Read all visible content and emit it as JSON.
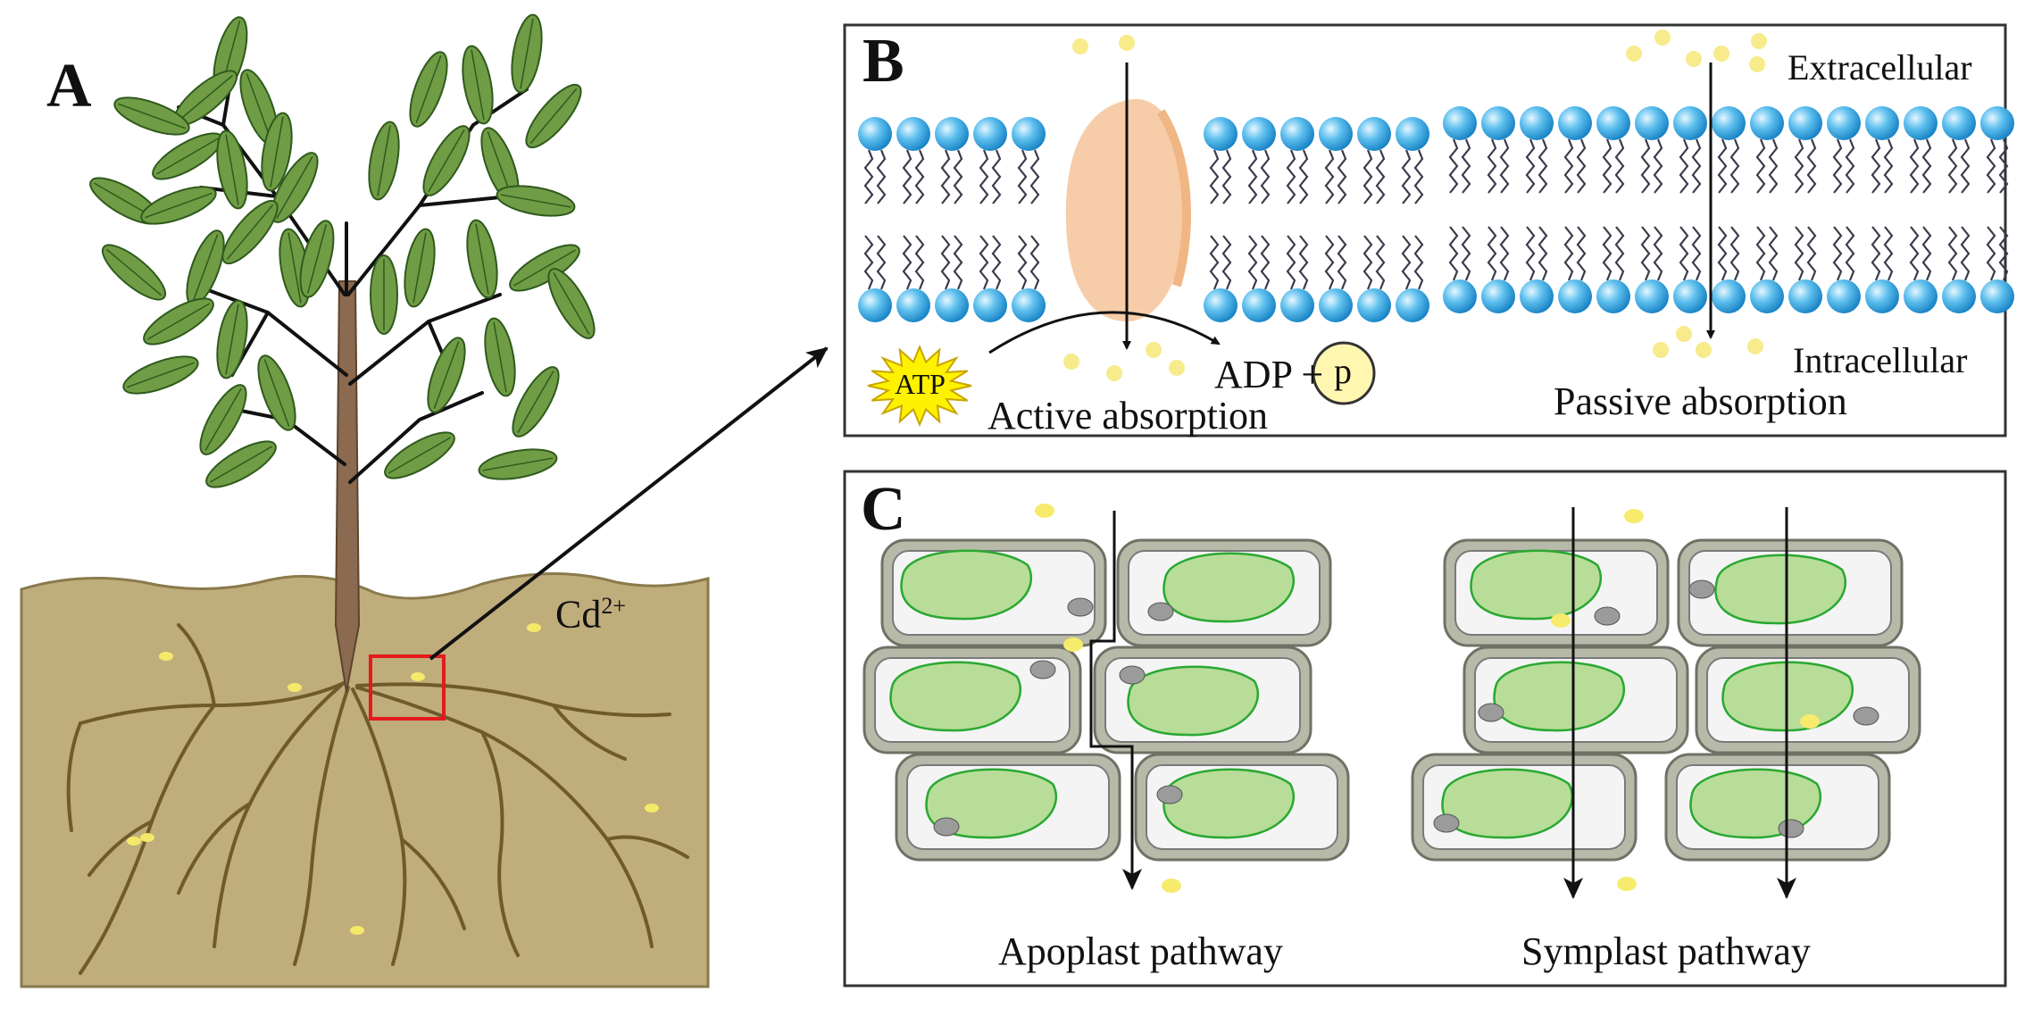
{
  "panel_a": {
    "letter": "A",
    "ion_label": "Cd",
    "ion_charge": "2+"
  },
  "panel_b": {
    "letter": "B",
    "atp": "ATP",
    "adp": "ADP +",
    "phosphate": "p",
    "active_label": "Active absorption",
    "passive_label": "Passive absorption",
    "extracellular": "Extracellular",
    "intracellular": "Intracellular"
  },
  "panel_c": {
    "letter": "C",
    "apoplast_label": "Apoplast pathway",
    "symplast_label": "Symplast pathway"
  },
  "colors": {
    "soil": "#c0ad7c",
    "soil_edge": "#8a7a4c",
    "root": "#6e5a2a",
    "leaf": "#6f9c45",
    "leaf_vein": "#2f5a1c",
    "trunk": "#8b6a50",
    "head_light": "#d8f1ff",
    "head_dark": "#1d8fd0",
    "protein": "#f7c9a3",
    "ion": "#f7eb8c",
    "atp_star": "#fff200",
    "cell_wall": "#9aa193",
    "nucleus": "#b7dd99",
    "nucleus_edge": "#2aa831",
    "vesicle": "#9b9b9b",
    "highlight_box": "#e41a1c"
  }
}
